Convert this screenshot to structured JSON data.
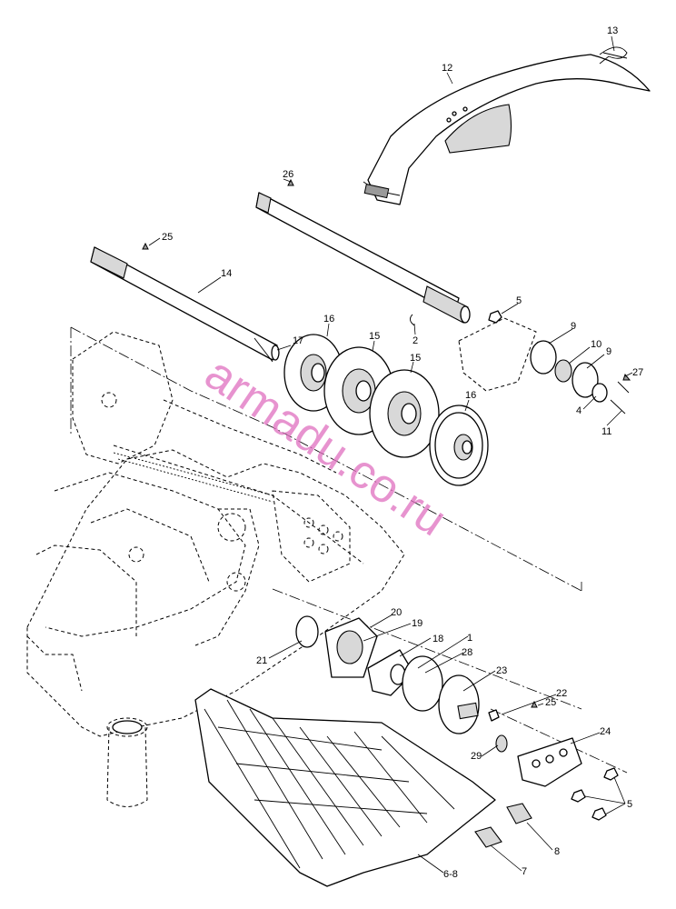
{
  "watermark": "armadu.co.ru",
  "labels": {
    "p1": "1",
    "p2": "2",
    "p4": "4",
    "p5a": "5",
    "p5b": "5",
    "p6_8": "6-8",
    "p7": "7",
    "p8": "8",
    "p9a": "9",
    "p9b": "9",
    "p10": "10",
    "p11": "11",
    "p12": "12",
    "p13": "13",
    "p14": "14",
    "p15a": "15",
    "p15b": "15",
    "p16a": "16",
    "p16b": "16",
    "p17": "17",
    "p18": "18",
    "p19": "19",
    "p20": "20",
    "p21": "21",
    "p22": "22",
    "p23": "23",
    "p24": "24",
    "p25a": "25",
    "p25b": "25",
    "p26": "26",
    "p27": "27",
    "p28": "28",
    "p29": "29"
  }
}
